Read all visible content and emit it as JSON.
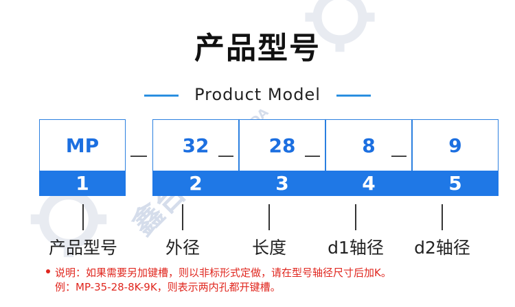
{
  "title": "产品型号",
  "subtitle": "Product Model",
  "boxes": [
    {
      "value": "MP",
      "index": "1"
    },
    {
      "value": "32",
      "index": "2"
    },
    {
      "value": "28",
      "index": "3"
    },
    {
      "value": "8",
      "index": "4"
    },
    {
      "value": "9",
      "index": "5"
    }
  ],
  "labels": [
    "产品型号",
    "外径",
    "长度",
    "d1轴径",
    "d2轴径"
  ],
  "notes": [
    "说明：如果需要另加键槽，则以非标形式定做，请在型号轴径尺寸后加K。",
    "例：MP-35-28-8K-9K，则表示两内孔都开键槽。"
  ],
  "watermark": {
    "cn": "鑫台达",
    "en": "XIN TAI DA"
  },
  "colors": {
    "accent": "#1f78e6",
    "note": "#e0261e",
    "title": "#111111"
  }
}
